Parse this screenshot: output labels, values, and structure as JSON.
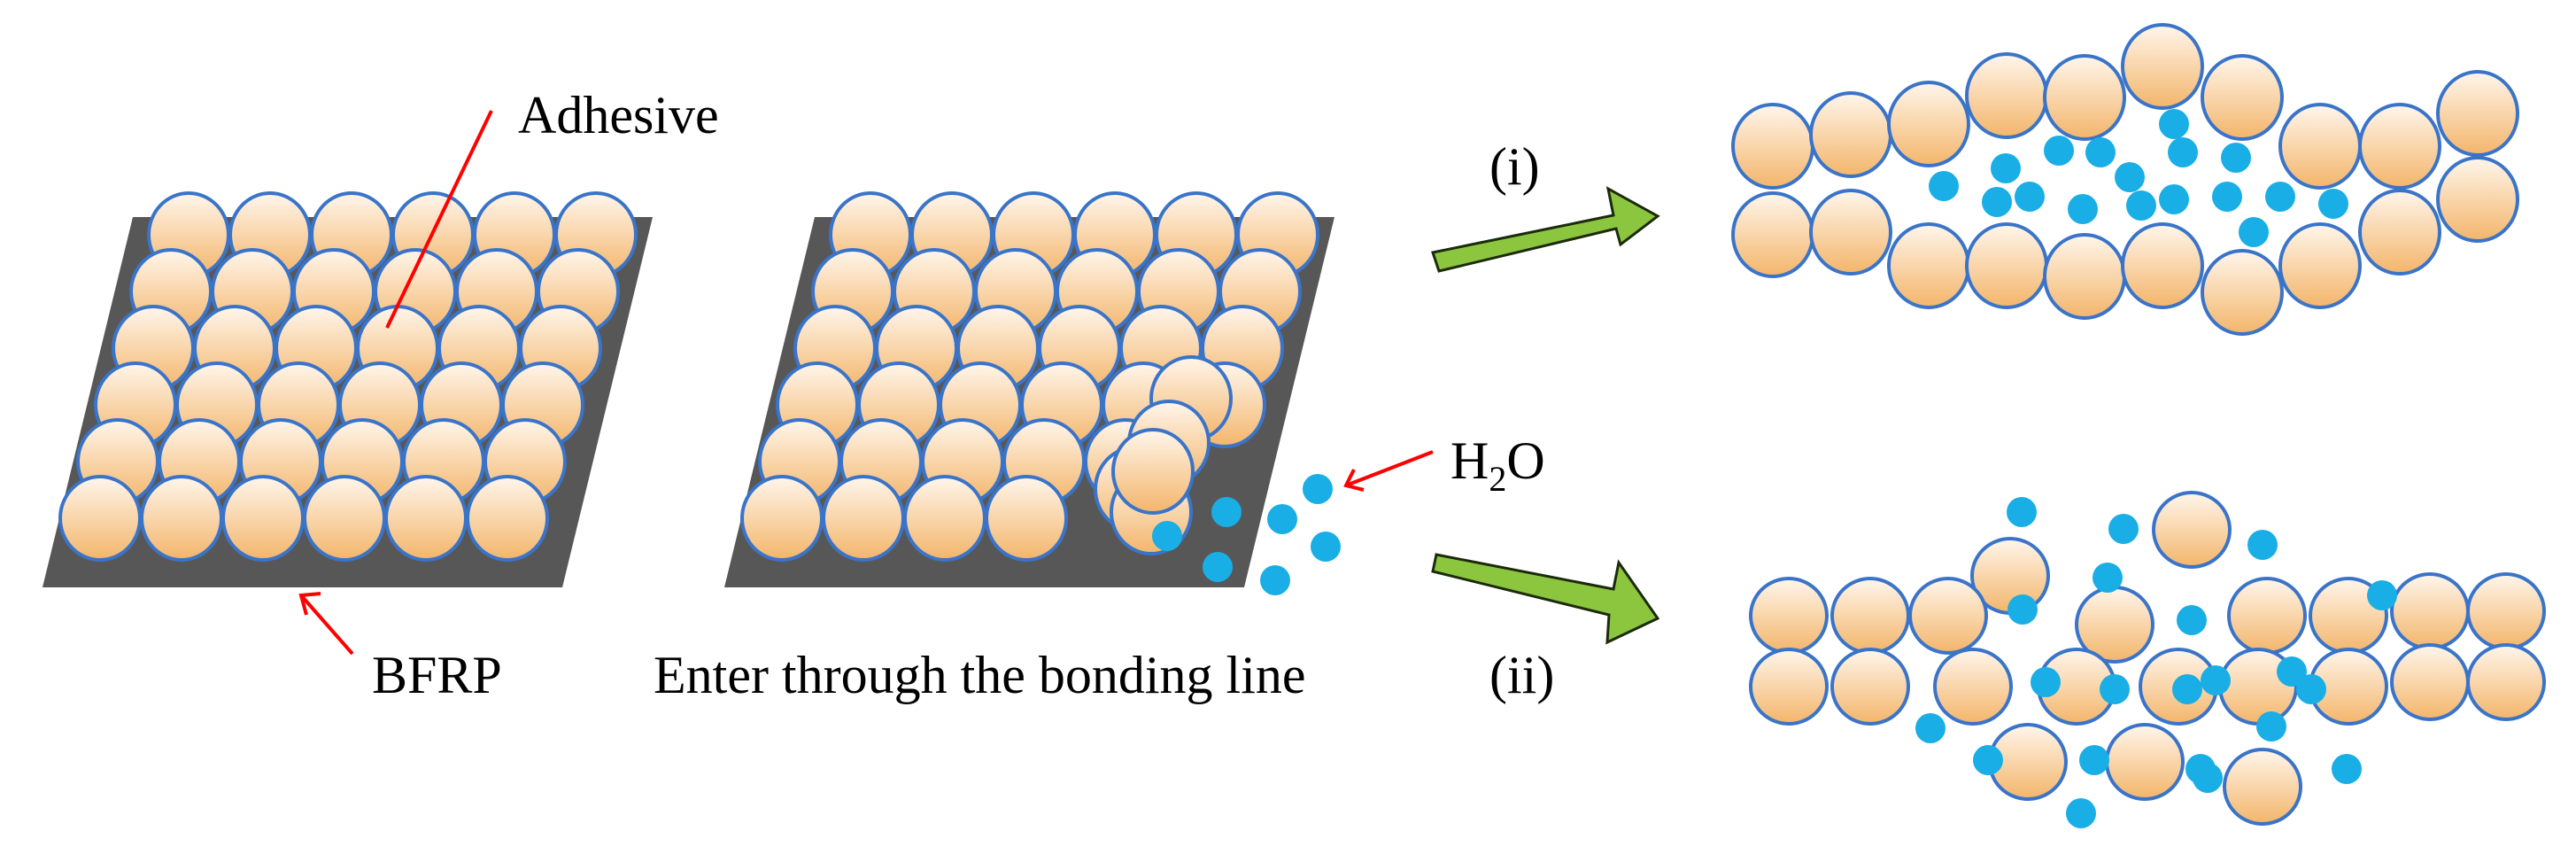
{
  "labels": {
    "adhesive": "Adhesive",
    "bfrp": "BFRP",
    "water_main": "H",
    "water_sub": "2",
    "water_tail": "O",
    "caption": "Enter through the bonding line",
    "path_i": "(i)",
    "path_ii": "(ii)"
  },
  "colors": {
    "substrate": "#575757",
    "particle_top": "#fff6ec",
    "particle_bottom": "#f3b56a",
    "particle_edge": "#3a74c9",
    "water": "#19aee6",
    "leader_line": "#ff0000",
    "arrow_fill": "#8cc63f",
    "arrow_edge": "#1c2a0c"
  }
}
